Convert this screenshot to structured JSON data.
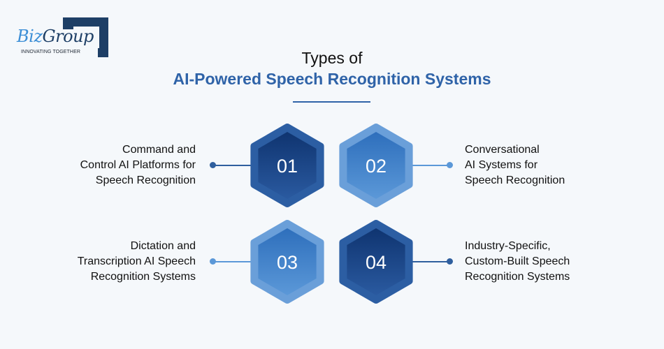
{
  "logo": {
    "brand_part1": "Biz",
    "brand_part2": "Group",
    "tagline": "INNOVATING TOGETHER"
  },
  "title": {
    "line1": "Types of",
    "line2": "AI-Powered Speech Recognition Systems"
  },
  "colors": {
    "dark_blue": "#1e4a8c",
    "light_blue": "#5b98d8",
    "title_blue": "#2f63a8",
    "frame_navy": "#1e3f66"
  },
  "items": [
    {
      "number": "01",
      "tone": "dark",
      "lines": [
        "Command and",
        "Control AI Platforms for",
        "Speech Recognition"
      ]
    },
    {
      "number": "02",
      "tone": "light",
      "lines": [
        "Conversational",
        "AI Systems for",
        "Speech Recognition"
      ]
    },
    {
      "number": "03",
      "tone": "light",
      "lines": [
        "Dictation and",
        "Transcription AI Speech",
        "Recognition Systems"
      ]
    },
    {
      "number": "04",
      "tone": "dark",
      "lines": [
        "Industry-Specific,",
        "Custom-Built Speech",
        "Recognition Systems"
      ]
    }
  ]
}
